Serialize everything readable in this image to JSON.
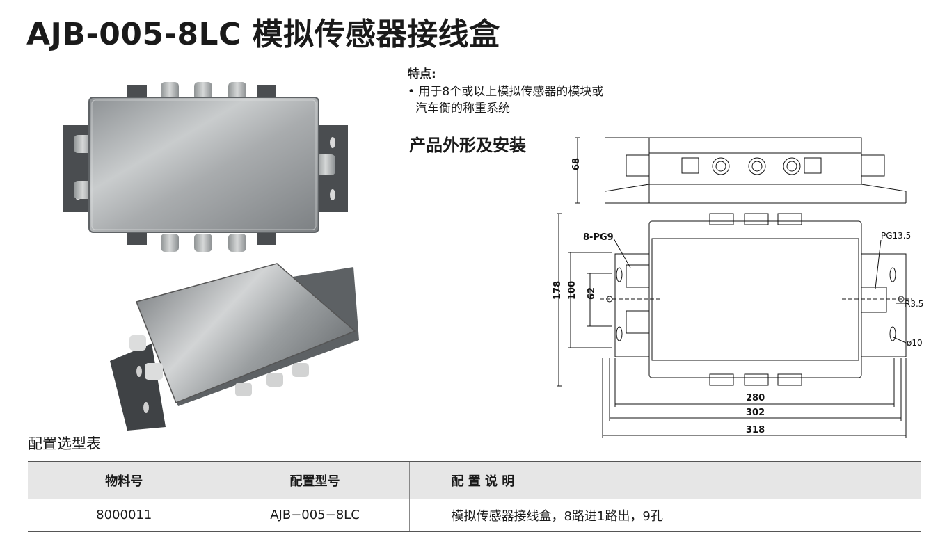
{
  "title": "AJB-005-8LC 模拟传感器接线盒",
  "features": {
    "heading": "特点:",
    "line1": "• 用于8个或以上模拟传感器的模块或",
    "line2": "汽车衡的称重系统"
  },
  "section_title": "产品外形及安装",
  "drawing": {
    "dim_68": "68",
    "dim_178": "178",
    "dim_100": "100",
    "dim_62": "62",
    "label_8pg9": "8-PG9",
    "label_pg135": "PG13.5",
    "label_r35": "R3.5",
    "label_d10": "ø10",
    "dim_280": "280",
    "dim_302": "302",
    "dim_318": "318"
  },
  "config": {
    "title": "配置选型表",
    "headers": [
      "物料号",
      "配置型号",
      "配 置 说 明"
    ],
    "rows": [
      [
        "8000011",
        "AJB−005−8LC",
        "模拟传感器接线盒，8路进1路出，9孔"
      ]
    ]
  }
}
